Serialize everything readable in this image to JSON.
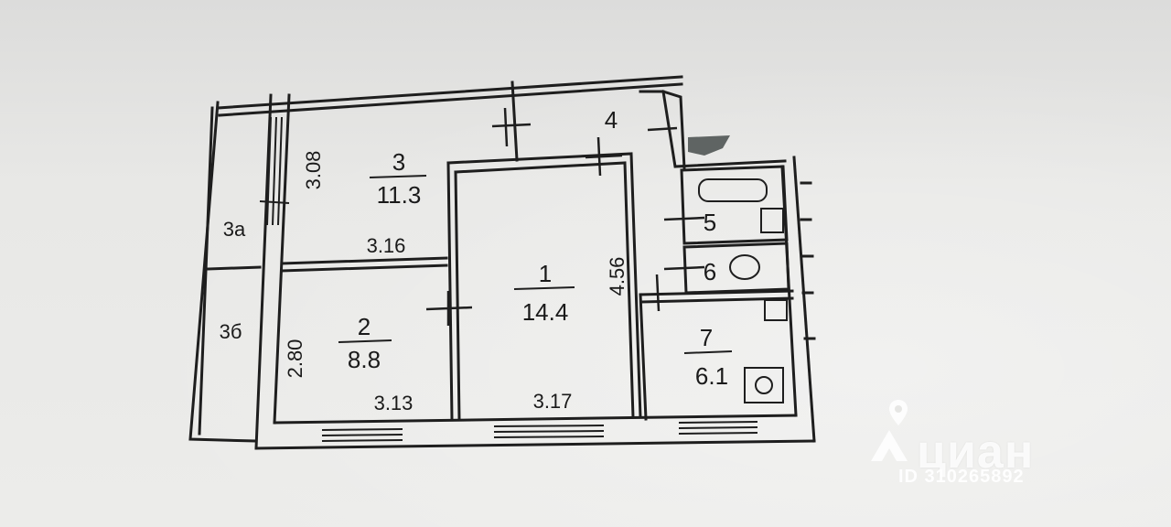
{
  "rooms": [
    {
      "id": "3",
      "area": "11.3"
    },
    {
      "id": "2",
      "area": "8.8"
    },
    {
      "id": "1",
      "area": "14.4"
    },
    {
      "id": "7",
      "area": "6.1"
    }
  ],
  "labels": {
    "hall": "4",
    "bath": "5",
    "wc": "6",
    "balcony_a": "3а",
    "balcony_b": "3б"
  },
  "dimensions": {
    "room3_height": "3.08",
    "room3_width": "3.16",
    "room2_height": "2.80",
    "room2_width": "3.13",
    "room1_width": "3.17",
    "room1_height": "4.56"
  },
  "watermark": {
    "brand": "циан",
    "listing_id": "ID 310265892"
  },
  "colors": {
    "line": "#1e1e1e",
    "paper": "#e6e6e4",
    "watermark": "#ffffff"
  }
}
